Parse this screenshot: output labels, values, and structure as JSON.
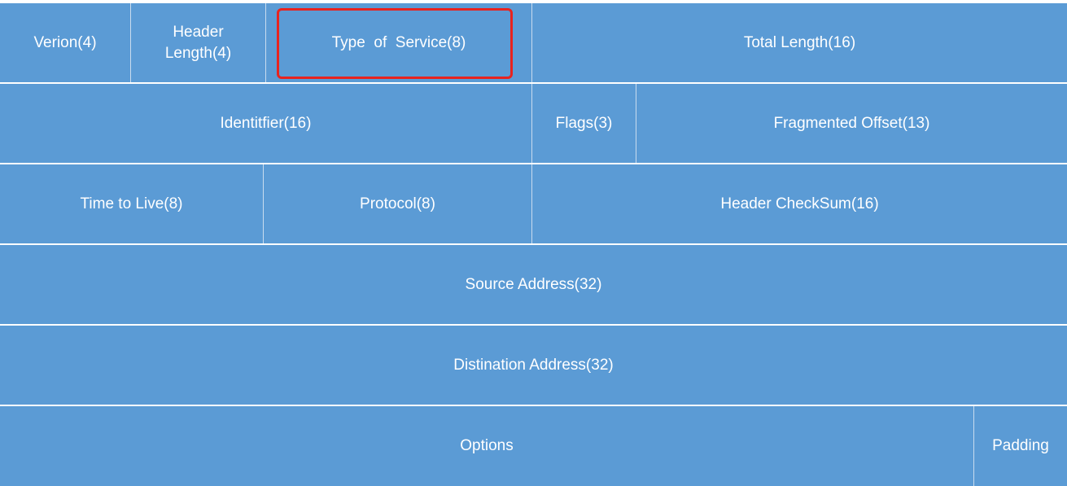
{
  "rows": [
    {
      "cells": [
        {
          "label": "Verion(4)"
        },
        {
          "label": "Header\nLength(4)"
        },
        {
          "label": "Type  of  Service(8)"
        },
        {
          "label": "Total Length(16)"
        }
      ]
    },
    {
      "cells": [
        {
          "label": "Identitfier(16)"
        },
        {
          "label": "Flags(3)"
        },
        {
          "label": "Fragmented Offset(13)"
        }
      ]
    },
    {
      "cells": [
        {
          "label": "Time to Live(8)"
        },
        {
          "label": "Protocol(8)"
        },
        {
          "label": "Header CheckSum(16)"
        }
      ]
    },
    {
      "cells": [
        {
          "label": "Source Address(32)"
        }
      ]
    },
    {
      "cells": [
        {
          "label": "Distination Address(32)"
        }
      ]
    },
    {
      "cells": [
        {
          "label": "Options"
        },
        {
          "label": "Padding"
        }
      ]
    }
  ],
  "colors": {
    "cell_fill": "#5b9bd5",
    "cell_text": "#ffffff",
    "highlight_border": "#e8231f"
  }
}
